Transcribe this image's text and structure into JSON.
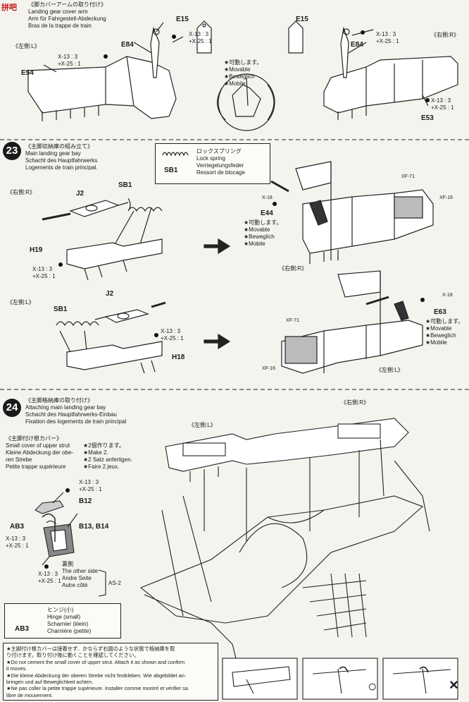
{
  "watermark": "拼吧",
  "step22": {
    "jp": "《脚カバーアームの取り付け》",
    "en": "Landing gear cover arm",
    "de": "Arm für Fahrgestell-Abdeckung",
    "fr": "Bras de la trappe de train",
    "side_left": "《左側:L》",
    "side_right": "《右側:R》",
    "parts": {
      "e15": "E15",
      "e84": "E84",
      "e54": "E54",
      "e53": "E53"
    },
    "ratio_a": "X-13 : 3",
    "ratio_b": "+X-25 : 1",
    "movable": [
      "★可動します。",
      "★Movable",
      "★Beweglich",
      "★Mobile"
    ]
  },
  "step23": {
    "number": "23",
    "jp": "《主脚収納庫の組み立て》",
    "en": "Main landing gear bay",
    "de": "Schacht des Hauptfahrwerks",
    "fr": "Logements de train principal.",
    "spring": {
      "code": "SB1",
      "jp": "ロックスプリング",
      "en": "Lock spring",
      "de": "Verriegelungsfeder",
      "fr": "Ressort de blocage"
    },
    "side_right": "《右側:R》",
    "side_left": "《左側:L》",
    "parts": {
      "j2": "J2",
      "sb1": "SB1",
      "h19": "H19",
      "h18": "H18",
      "e44": "E44",
      "e63": "E63"
    },
    "paints": {
      "xf71": "XF-71",
      "xf16": "XF-16",
      "x18": "X-18"
    },
    "ratio_a": "X-13 : 3",
    "ratio_b": "+X-25 : 1",
    "movable": [
      "★可動します。",
      "★Movable",
      "★Beweglich",
      "★Mobile"
    ]
  },
  "step24": {
    "number": "24",
    "jp": "《主脚格納庫の取り付け》",
    "en": "Attaching main landing gear bay",
    "de": "Schacht des Hauptfahrwerks-Einbau",
    "fr": "Fixation des logements de train principal",
    "side_right": "《右側:R》",
    "side_left": "《左側:L》",
    "cover": {
      "jp": "《主脚付け根カバー》",
      "en": "Small cover of upper strut",
      "de1": "Kleine Abdeckung der obe-",
      "de2": "ren Strebe",
      "fr": "Petite trappe supérieure"
    },
    "make2": [
      "★2個作ります。",
      "★Make 2.",
      "★2 Satz anfertigen.",
      "★Faire 2 jeux."
    ],
    "parts": {
      "b12": "B12",
      "b13": "B13, B14",
      "ab3": "AB3",
      "as2": "AS-2"
    },
    "other_side": [
      "裏側",
      "The other side",
      "Andre Seite",
      "Autre côté"
    ],
    "ratio_a": "X-13 : 3",
    "ratio_b": "+X-25 : 1",
    "hinge": {
      "code": "AB3",
      "jp": "ヒンジ(小)",
      "en": "Hinge (small)",
      "de": "Scharnier (klein)",
      "fr": "Charnière (petite)"
    },
    "notes": [
      "★主脚付け根カバーは接着せず、かならず右図のような状態で格納庫を取",
      "り付けます。取り付け後に動くことを確認してください。",
      "★Do not cement the small cover of upper strut. Attach it as shown and confirm",
      "it moves.",
      "★Die kleine Abdeckung der oberen Strebe nicht festkleben. Wie abgebildet an-",
      "bringen und auf Beweglichkeit achten.",
      "★Ne pas coller la petite trappe supérieure. Installer comme montré et vérifier sa",
      "libre de mouvement."
    ],
    "ok_mark": "○",
    "ng_mark": "×"
  }
}
